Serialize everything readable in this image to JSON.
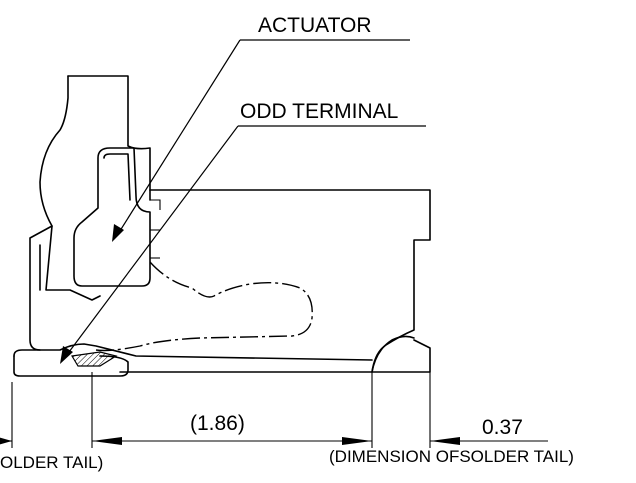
{
  "callouts": {
    "actuator": "ACTUATOR",
    "odd_terminal": "ODD TERMINAL"
  },
  "dimensions": {
    "center": "(1.86)",
    "right": "0.37"
  },
  "notes": {
    "left": "OLDER TAIL)",
    "right": "(DIMENSION OFSOLDER TAIL)"
  }
}
